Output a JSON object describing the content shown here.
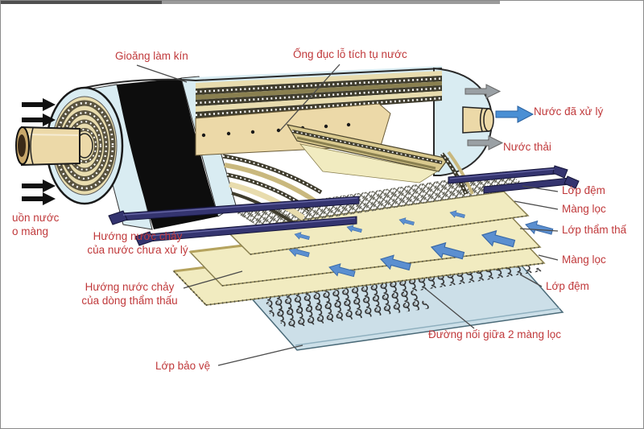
{
  "diagram": {
    "description": "Cutaway diagram of a spiral-wound RO membrane module with unrolled layers",
    "labels": {
      "gioang_lam_kin": "Gioăng làm kín",
      "ong_duc_lo": "Ống đục lỗ tích tụ nước",
      "nuoc_da_xu_ly": "Nước đã xử lý",
      "nuoc_thai": "Nước thải",
      "lop_dem_tren": "Lớp đệm",
      "mang_loc_tren": "Màng lọc",
      "lop_tham_thau": "Lớp thẩm thấ",
      "mang_loc_duoi": "Màng lọc",
      "lop_dem_duoi": "Lớp đệm",
      "nguon_nuoc_line1": "uồn nước",
      "nguon_nuoc_line2": "o màng",
      "huong_chua_line1": "Hướng nước chảy",
      "huong_chua_line2": "của nước chưa xử lý",
      "huong_tham_line1": "Hướng nước chảy",
      "huong_tham_line2": "của dòng thẩm thấu",
      "duong_noi": "Đường nối giữa 2 màng lọc",
      "lop_bao_ve": "Lớp bảo vệ"
    },
    "colors": {
      "label_red": "#c0393b",
      "arrow_blue": "#4a8fd4",
      "arrow_gray": "#9aa0a4",
      "shell_blue": "#d9ecf2",
      "sheet_cream": "#f1ebc0",
      "sheet_blue": "#ccdfe8",
      "rod_navy": "#34346f",
      "seal_black": "#0d0d0d",
      "tube_tan": "#ecd9a8"
    }
  }
}
